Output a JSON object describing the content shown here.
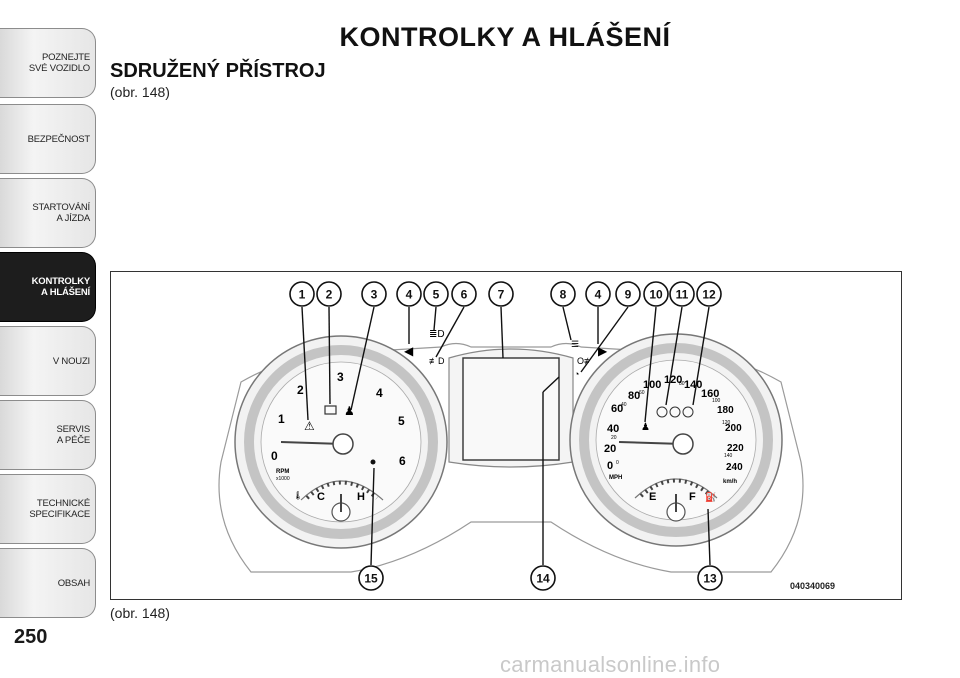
{
  "nav": {
    "tabs": [
      {
        "label": "POZNEJTE\nSVÉ VOZIDLO"
      },
      {
        "label": "BEZPEČNOST"
      },
      {
        "label": "STARTOVÁNÍ\nA JÍZDA"
      },
      {
        "label": "KONTROLKY\nA HLÁŠENÍ"
      },
      {
        "label": "V NOUZI"
      },
      {
        "label": "SERVIS\nA PÉČE"
      },
      {
        "label": "TECHNICKÉ\nSPECIFIKACE"
      },
      {
        "label": "OBSAH"
      }
    ],
    "active_index": 3
  },
  "page": {
    "number": "250",
    "title": "KONTROLKY A HLÁŠENÍ",
    "subtitle": "SDRUŽENÝ PŘÍSTROJ",
    "figure_ref_top": "(obr.  148)",
    "figure_ref_bottom": "(obr. 148)"
  },
  "figure": {
    "code": "040340069",
    "callouts_top": [
      "1",
      "2",
      "3",
      "4",
      "5",
      "6",
      "7",
      "8",
      "4",
      "9",
      "10",
      "11",
      "12"
    ],
    "callouts_bottom": [
      "15",
      "14",
      "13"
    ],
    "tach": {
      "numbers": [
        "0",
        "1",
        "2",
        "3",
        "4",
        "5",
        "6"
      ],
      "unit1": "RPM",
      "unit2": "x1000",
      "temp_c": "C",
      "temp_h": "H"
    },
    "speedo": {
      "mph": [
        "0",
        "20",
        "40",
        "60",
        "80",
        "100",
        "120",
        "140",
        "160"
      ],
      "kmh": [
        "180",
        "200",
        "220",
        "240"
      ],
      "small": [
        "0",
        "20",
        "40",
        "60",
        "80",
        "100",
        "120",
        "140"
      ],
      "unit_mph": "MPH",
      "unit_kmh": "km/h",
      "fuel_e": "E",
      "fuel_f": "F"
    }
  },
  "watermark": "carmanualsonline.info"
}
